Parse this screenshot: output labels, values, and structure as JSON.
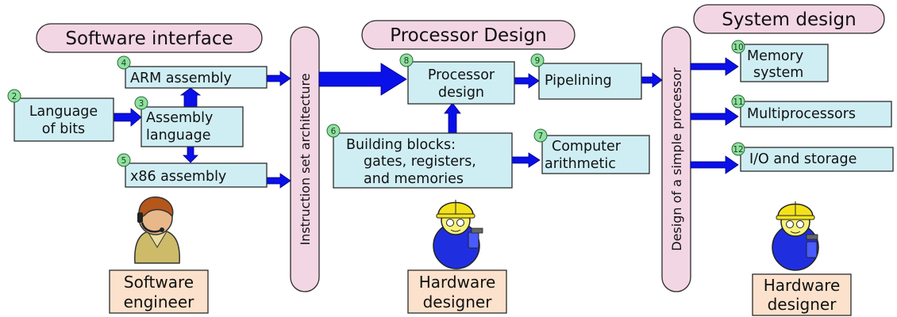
{
  "headers": {
    "software_interface": "Software interface",
    "processor_design": "Processor Design",
    "system_design": "System design"
  },
  "pillars": {
    "isa": "Instruction set architecture",
    "simple_processor": "Design of a simple processor"
  },
  "nodes": {
    "language_of_bits": {
      "number": "2",
      "line1": "Language",
      "line2": "of bits"
    },
    "assembly_language": {
      "number": "3",
      "line1": "Assembly",
      "line2": "language"
    },
    "arm_assembly": {
      "number": "4",
      "line1": "ARM assembly"
    },
    "x86_assembly": {
      "number": "5",
      "line1": "x86 assembly"
    },
    "building_blocks": {
      "number": "6",
      "line1": "Building blocks:",
      "line2": "gates, registers,",
      "line3": "and memories"
    },
    "computer_arithmetic": {
      "number": "7",
      "line1": "Computer",
      "line2": "arithmetic"
    },
    "processor_design": {
      "number": "8",
      "line1": "Processor",
      "line2": "design"
    },
    "pipelining": {
      "number": "9",
      "line1": "Pipelining"
    },
    "memory_system": {
      "number": "10",
      "line1": "Memory",
      "line2": "system"
    },
    "multiprocessors": {
      "number": "11",
      "line1": "Multiprocessors"
    },
    "io_storage": {
      "number": "12",
      "line1": "I/O and storage"
    }
  },
  "roles": {
    "software_engineer": {
      "line1": "Software",
      "line2": "engineer"
    },
    "hardware_designer_1": {
      "line1": "Hardware",
      "line2": "designer"
    },
    "hardware_designer_2": {
      "line1": "Hardware",
      "line2": "designer"
    }
  },
  "icons": {
    "software_engineer": "headset-person-icon",
    "hardware_designer": "hard-hat-person-icon"
  },
  "colors": {
    "node_fill": "#cfeef4",
    "header_fill": "#f3d6e4",
    "role_fill": "#fce2cc",
    "badge_fill": "#90e0a0",
    "arrow": "#0a10e8"
  }
}
